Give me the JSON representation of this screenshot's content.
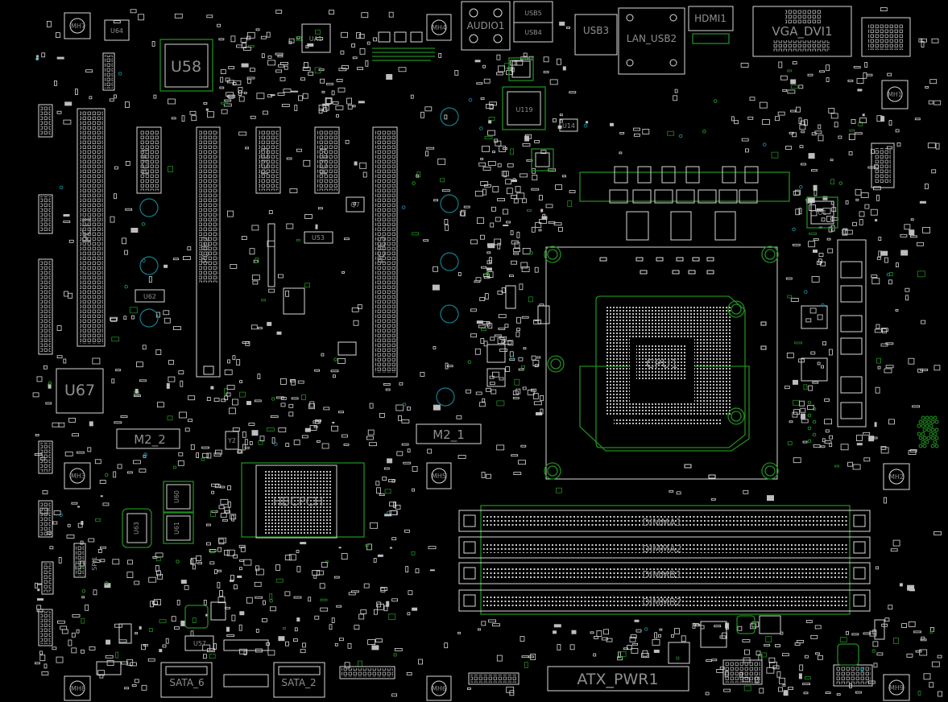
{
  "colors": {
    "background": "#000000",
    "outline": "#d9d9d9",
    "trace_green": "#1e8c1e",
    "label_gray": "#8f8f8f",
    "hole_cyan": "#127f8f"
  },
  "components": {
    "mh7": "MH7",
    "u64": "U64",
    "u58": "U58",
    "ua1": "UA1",
    "mh4": "MH4",
    "audio1": "AUDIO1",
    "usb5": "USB5",
    "usb4": "USB4",
    "usb3": "USB3",
    "lan_usb2": "LAN_USB2",
    "hdmi1": "HDMI1",
    "vga_dvi1": "VGA_DVI1",
    "mh1": "MH1",
    "u119": "U119",
    "u14": "U14",
    "u1": "U1",
    "pci1": "PCI1",
    "pcie1": "PCIE1",
    "pcie2": "PCIE2",
    "pcie3": "PCIE3",
    "pcie4": "PCIE4",
    "pcie5": "PCIE5",
    "u62": "U62",
    "u53": "U53",
    "q7": "Q7",
    "u67": "U67",
    "m2_2": "M2_2",
    "m2_1": "M2_1",
    "mh3": "MH3",
    "mh5": "MH5",
    "mh2": "MH2",
    "u60": "U60",
    "u61": "U61",
    "u63": "U63",
    "y2": "Y2",
    "spi1": "SPI1",
    "pch": "HBCPCH",
    "u57": "U57",
    "sata_6": "SATA_6",
    "sata_2": "SATA_2",
    "mh8": "MH8",
    "mh6": "MH6",
    "mh9": "MH9",
    "cpu1": "CPU1",
    "dimma1": "DIMMA1",
    "dimma2": "DIMMA2",
    "dimmb1": "DIMMB1",
    "dimmb2": "DIMMB2",
    "atx_pwr1": "ATX_PWR1"
  }
}
